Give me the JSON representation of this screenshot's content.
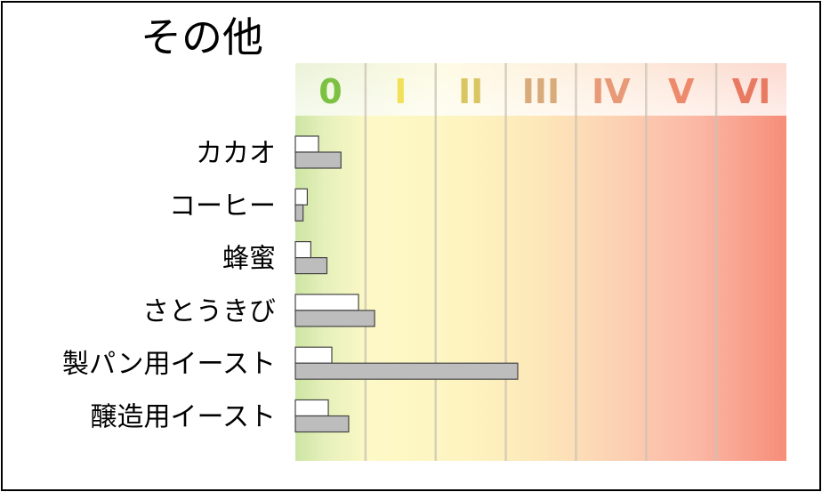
{
  "chart_data": {
    "type": "bar",
    "title": "その他",
    "xlabel": "",
    "ylabel": "",
    "x_ticks": [
      "0",
      "I",
      "II",
      "III",
      "IV",
      "V",
      "VI"
    ],
    "tick_colors": [
      "#7dc142",
      "#f1e15a",
      "#d9c663",
      "#d9aa7a",
      "#e89a78",
      "#ee8a6c",
      "#e97a62"
    ],
    "xlim": [
      0,
      7
    ],
    "categories": [
      "カカオ",
      "コーヒー",
      "蜂蜜",
      "さとうきび",
      "製パン用イースト",
      "醸造用イースト"
    ],
    "series": [
      {
        "color": "#ffffff",
        "values": [
          0.33,
          0.17,
          0.22,
          0.9,
          0.52,
          0.47
        ]
      },
      {
        "color": "#bdbdbd",
        "values": [
          0.65,
          0.11,
          0.45,
          1.13,
          3.17,
          0.76
        ]
      }
    ],
    "grid": true,
    "legend": "none"
  }
}
